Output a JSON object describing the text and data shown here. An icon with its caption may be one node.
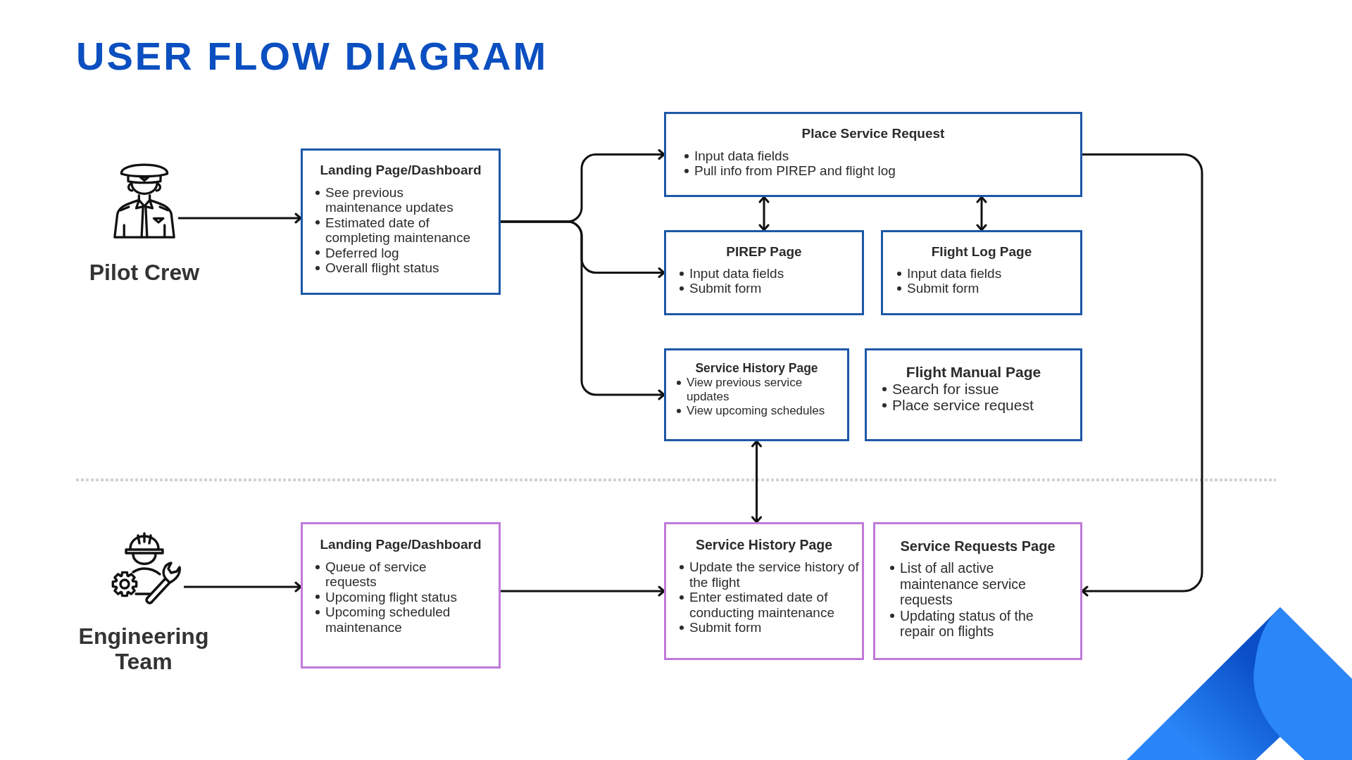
{
  "diagram": {
    "title": "USER FLOW DIAGRAM",
    "nodes": [
      {
        "text": [],
        "shape": "person",
        "beside": [
          "Pilot Crew"
        ]
      },
      {
        "text": [
          "Landing Page/Dashboard",
          "See previous maintenance updates",
          "Estimated date of completing maintenance",
          "Deferred log",
          "Overall flight status"
        ]
      },
      {
        "text": [
          "Place Service Request",
          "Input data fields",
          "Pull info from PIREP and flight log"
        ]
      },
      {
        "text": [
          "PIREP Page",
          "Input data fields",
          "Submit form"
        ]
      },
      {
        "text": [
          "Flight Log Page",
          "Input data fields",
          "Submit form"
        ]
      },
      {
        "text": [
          "Service History Page",
          "View previous service updates",
          "View upcoming schedules"
        ]
      },
      {
        "text": [
          "Flight Manual Page",
          "Search for issue",
          "Place service request"
        ]
      },
      {
        "text": [],
        "shape": "person",
        "beside": [
          "Engineering Team"
        ]
      },
      {
        "text": [
          "Landing Page/Dashboard",
          "Queue of service requests",
          "Upcoming flight status",
          "Upcoming scheduled maintenance"
        ]
      },
      {
        "text": [
          "Service History Page",
          "Update the service history of the flight",
          "Enter estimated date of conducting maintenance",
          "Submit form"
        ]
      },
      {
        "text": [
          "Service Requests Page",
          "List of all active maintenance service requests",
          "Updating status of the repair on flights"
        ]
      }
    ],
    "edges": [
      {
        "from": 0,
        "to": 1,
        "arrow": "to"
      },
      {
        "from": 1,
        "to": 2,
        "arrow": "to"
      },
      {
        "from": 1,
        "to": 3,
        "arrow": "to"
      },
      {
        "from": 1,
        "to": 5,
        "arrow": "to"
      },
      {
        "from": 2,
        "to": 3,
        "arrow": "both"
      },
      {
        "from": 2,
        "to": 4,
        "arrow": "both"
      },
      {
        "from": 2,
        "to": 10,
        "arrow": "to"
      },
      {
        "from": 5,
        "to": 9,
        "arrow": "both"
      },
      {
        "from": 7,
        "to": 8,
        "arrow": "to"
      },
      {
        "from": 8,
        "to": 9,
        "arrow": "to"
      }
    ]
  }
}
